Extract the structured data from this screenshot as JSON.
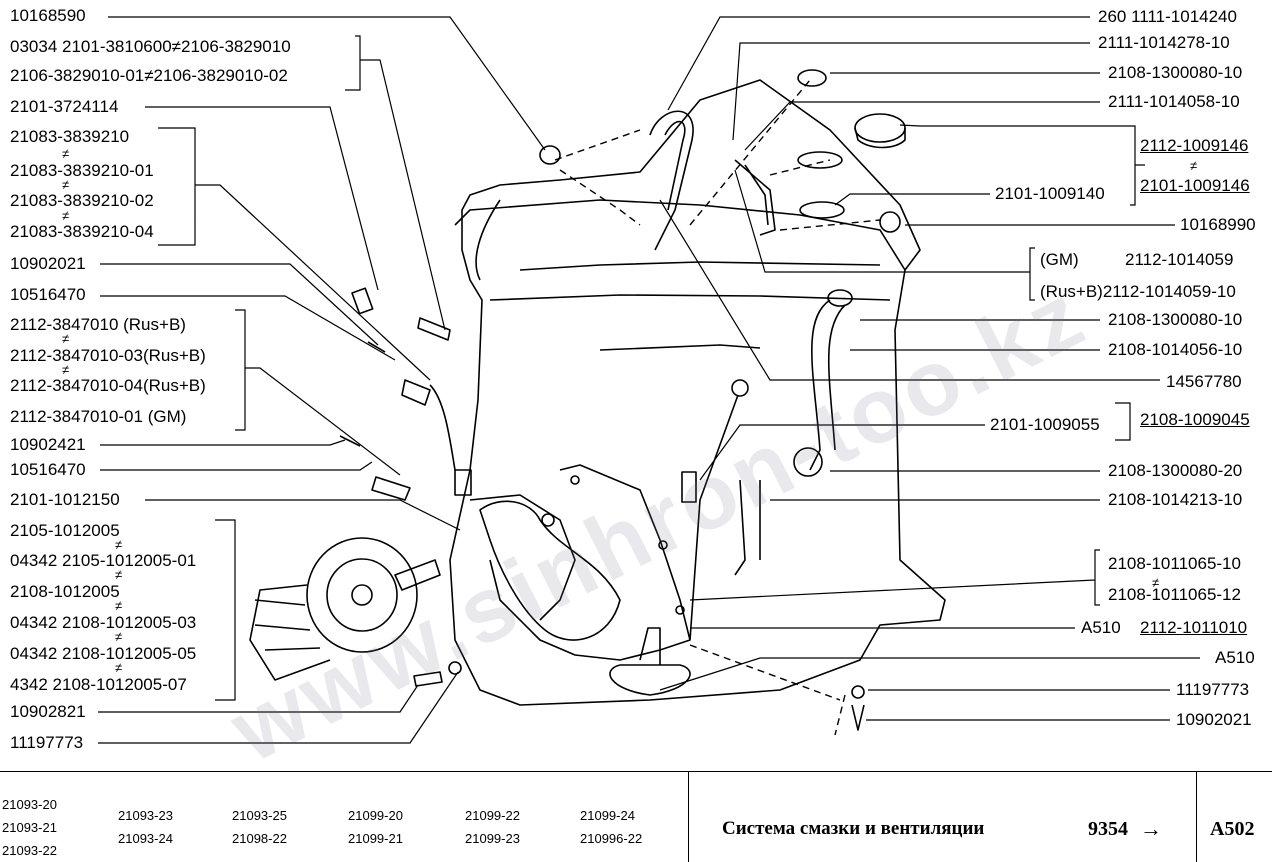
{
  "labels_left": [
    "10168590",
    "03034  2101-3810600≠2106-3829010",
    "2106-3829010-01≠2106-3829010-02",
    "2101-3724114",
    "21083-3839210",
    "21083-3839210-01",
    "21083-3839210-02",
    "21083-3839210-04",
    "10902021",
    "10516470",
    "2112-3847010     (Rus+B)",
    "2112-3847010-03(Rus+B)",
    "2112-3847010-04(Rus+B)",
    "2112-3847010-01     (GM)",
    "10902421",
    "10516470",
    "2101-1012150",
    "2105-1012005",
    "04342  2105-1012005-01",
    "2108-1012005",
    "04342  2108-1012005-03",
    "04342  2108-1012005-05",
    "4342   2108-1012005-07",
    "10902821",
    "11197773"
  ],
  "labels_right": [
    "260  1111-1014240",
    "2111-1014278-10",
    "2108-1300080-10",
    "2111-1014058-10",
    "2112-1009146",
    "2101-1009146",
    "2101-1009140",
    "10168990",
    "(GM)",
    "2112-1014059",
    "(Rus+B)2112-1014059-10",
    "2108-1300080-10",
    "2108-1014056-10",
    "14567780",
    "2101-1009055",
    "2108-1009045",
    "2108-1300080-20",
    "2108-1014213-10",
    "2108-1011065-10",
    "2108-1011065-12",
    "A510",
    "2112-1011010",
    "A510",
    "11197773",
    "10902021"
  ],
  "neq_symbol": "≠",
  "models": [
    "21093-20",
    "21093-21",
    "21093-22",
    "21093-23",
    "21093-24",
    "21093-25",
    "21098-22",
    "21099-20",
    "21099-21",
    "21099-22",
    "21099-23",
    "21099-24",
    "210996-22"
  ],
  "footer": {
    "title": "Система смазки и вентиляции",
    "page_code": "9354",
    "arrow": "→",
    "section": "A502"
  },
  "watermark": "www.sinhron-too.kz"
}
